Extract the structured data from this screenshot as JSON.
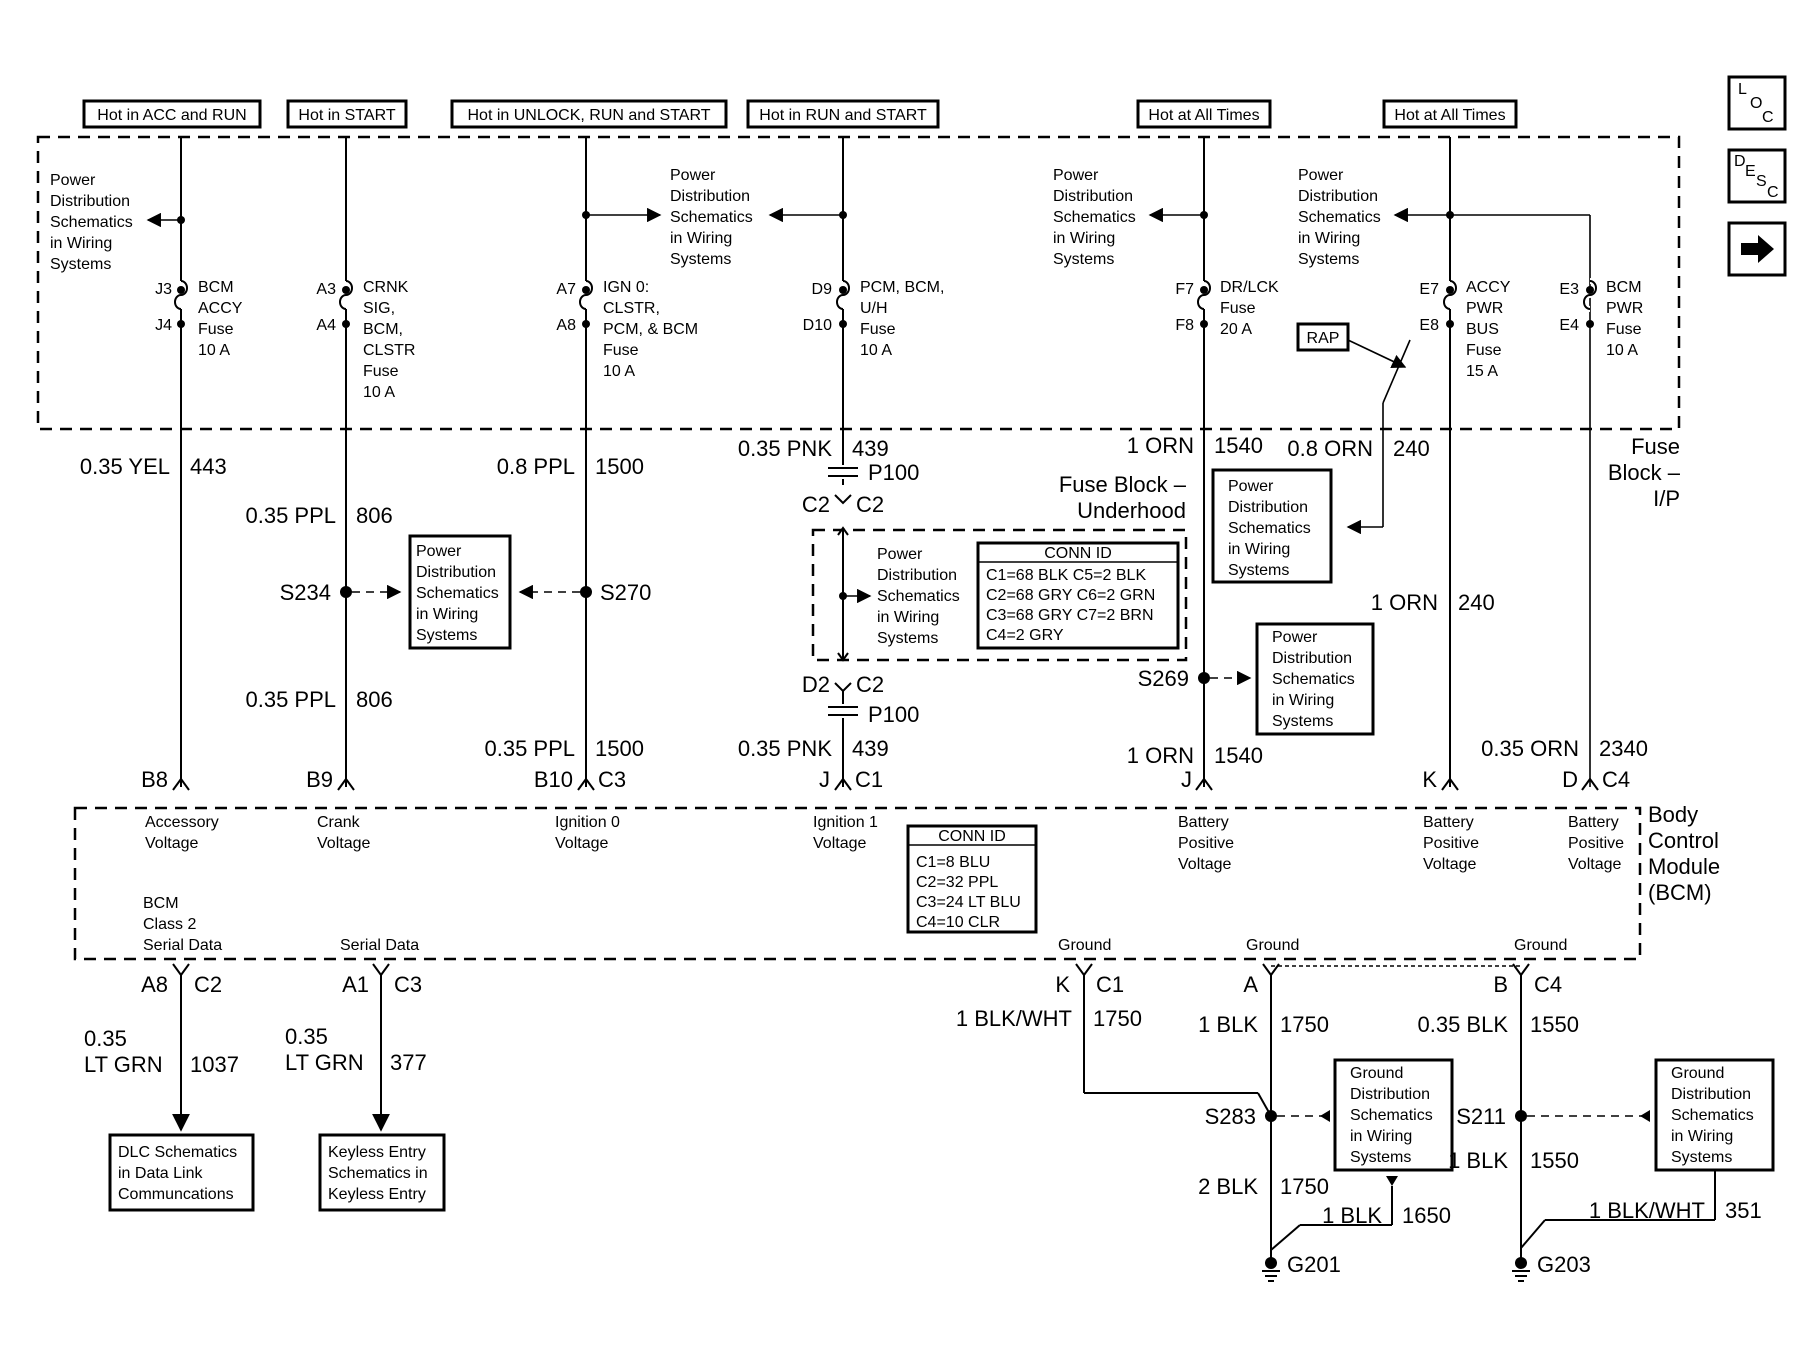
{
  "headers": {
    "h1": "Hot in ACC and RUN",
    "h2": "Hot in START",
    "h3": "Hot in UNLOCK, RUN and START",
    "h4": "Hot in RUN and START",
    "h5": "Hot at All Times",
    "h6": "Hot at All Times"
  },
  "nav": {
    "loc": [
      "L",
      "O",
      "C"
    ],
    "desc": [
      "D",
      "E",
      "S",
      "C"
    ],
    "next_glyph": "➡"
  },
  "fuses": {
    "f1": {
      "pin_in": "J3",
      "pin_out": "J4",
      "lines": [
        "BCM",
        "ACCY",
        "Fuse",
        "10 A"
      ]
    },
    "f2": {
      "pin_in": "A3",
      "pin_out": "A4",
      "lines": [
        "CRNK",
        "SIG,",
        "BCM,",
        "CLSTR",
        "Fuse",
        "10 A"
      ]
    },
    "f3": {
      "pin_in": "A7",
      "pin_out": "A8",
      "lines": [
        "IGN 0:",
        "CLSTR,",
        "PCM, & BCM",
        "Fuse",
        "10 A"
      ]
    },
    "f4": {
      "pin_in": "D9",
      "pin_out": "D10",
      "lines": [
        "PCM, BCM,",
        "U/H",
        "Fuse",
        "10 A"
      ]
    },
    "f5": {
      "pin_in": "F7",
      "pin_out": "F8",
      "lines": [
        "DR/LCK",
        "Fuse",
        "20 A"
      ]
    },
    "f6": {
      "pin_in": "E7",
      "pin_out": "E8",
      "lines": [
        "ACCY",
        "PWR",
        "BUS",
        "Fuse",
        "15 A"
      ]
    },
    "f7": {
      "pin_in": "E3",
      "pin_out": "E4",
      "lines": [
        "BCM",
        "PWR",
        "Fuse",
        "10 A"
      ]
    }
  },
  "pds": [
    "Power",
    "Distribution",
    "Schematics",
    "in Wiring",
    "Systems"
  ],
  "gds": [
    "Ground",
    "Distribution",
    "Schematics",
    "in Wiring",
    "Systems"
  ],
  "rap": "RAP",
  "fuse_block_ip": [
    "Fuse",
    "Block –",
    "I/P"
  ],
  "fuse_block_underhood": [
    "Fuse Block –",
    "Underhood"
  ],
  "conn_id_top": {
    "title": "CONN ID",
    "rows": [
      "C1=68 BLK  C5=2 BLK",
      "C2=68 GRY  C6=2 GRN",
      "C3=68 GRY  C7=2 BRN",
      "C4=2 GRY"
    ]
  },
  "conn_id_bcm": {
    "title": "CONN ID",
    "rows": [
      "C1=8 BLU",
      "C2=32 PPL",
      "C3=24 LT BLU",
      "C4=10 CLR"
    ]
  },
  "wires": {
    "w443": {
      "color": "0.35 YEL",
      "circuit": "443"
    },
    "w806a": {
      "color": "0.35 PPL",
      "circuit": "806"
    },
    "w806b": {
      "color": "0.35 PPL",
      "circuit": "806"
    },
    "w1500a": {
      "color": "0.8 PPL",
      "circuit": "1500"
    },
    "w1500b": {
      "color": "0.35 PPL",
      "circuit": "1500"
    },
    "w439a": {
      "color": "0.35 PNK",
      "circuit": "439"
    },
    "w439b": {
      "color": "0.35 PNK",
      "circuit": "439"
    },
    "w1540a": {
      "color": "1 ORN",
      "circuit": "1540"
    },
    "w1540b": {
      "color": "1 ORN",
      "circuit": "1540"
    },
    "w240a": {
      "color": "0.8 ORN",
      "circuit": "240"
    },
    "w240b": {
      "color": "1 ORN",
      "circuit": "240"
    },
    "w2340": {
      "color": "0.35 ORN",
      "circuit": "2340"
    },
    "w1037": {
      "color1": "0.35",
      "color2": "LT GRN",
      "circuit": "1037"
    },
    "w377": {
      "color1": "0.35",
      "color2": "LT GRN",
      "circuit": "377"
    },
    "w1750a": {
      "color": "1 BLK/WHT",
      "circuit": "1750"
    },
    "w1750b": {
      "color": "1 BLK",
      "circuit": "1750"
    },
    "w1750c": {
      "color": "2 BLK",
      "circuit": "1750"
    },
    "w1650": {
      "color": "1 BLK",
      "circuit": "1650"
    },
    "w1550a": {
      "color": "0.35 BLK",
      "circuit": "1550"
    },
    "w1550b": {
      "color": "1 BLK",
      "circuit": "1550"
    },
    "w351": {
      "color": "1 BLK/WHT",
      "circuit": "351"
    }
  },
  "splices": {
    "s234": "S234",
    "s270": "S270",
    "s269": "S269",
    "s283": "S283",
    "s211": "S211"
  },
  "p100": {
    "top": "P100",
    "bottom": "P100",
    "c2a": "C2",
    "c2b": "C2",
    "d2": "D2",
    "c2c": "C2"
  },
  "bcm_pins": {
    "b8": "B8",
    "b9": "B9",
    "b10": "B10",
    "c3": "C3",
    "j1": "J",
    "c1": "C1",
    "j2": "J",
    "k": "K",
    "d": "D",
    "c4": "C4",
    "a8": "A8",
    "c2": "C2",
    "a1": "A1",
    "c3b": "C3",
    "kb": "K",
    "c1b": "C1",
    "a": "A",
    "b": "B",
    "c4b": "C4"
  },
  "bcm_labels": {
    "acc": [
      "Accessory",
      "Voltage"
    ],
    "crank": [
      "Crank",
      "Voltage"
    ],
    "ign0": [
      "Ignition 0",
      "Voltage"
    ],
    "ign1": [
      "Ignition 1",
      "Voltage"
    ],
    "bat1": [
      "Battery",
      "Positive",
      "Voltage"
    ],
    "bat2": [
      "Battery",
      "Positive",
      "Voltage"
    ],
    "bat3": [
      "Battery",
      "Positive",
      "Voltage"
    ],
    "class2": [
      "BCM",
      "Class 2",
      "Serial Data"
    ],
    "serial": "Serial Data",
    "gnd1": "Ground",
    "gnd2": "Ground",
    "gnd3": "Ground"
  },
  "bcm_name": [
    "Body",
    "Control",
    "Module",
    "(BCM)"
  ],
  "dlc": [
    "DLC Schematics",
    "in Data Link",
    "Communcations"
  ],
  "keyless": [
    "Keyless Entry",
    "Schematics in",
    "Keyless Entry"
  ],
  "grounds": {
    "g201": "G201",
    "g203": "G203"
  }
}
